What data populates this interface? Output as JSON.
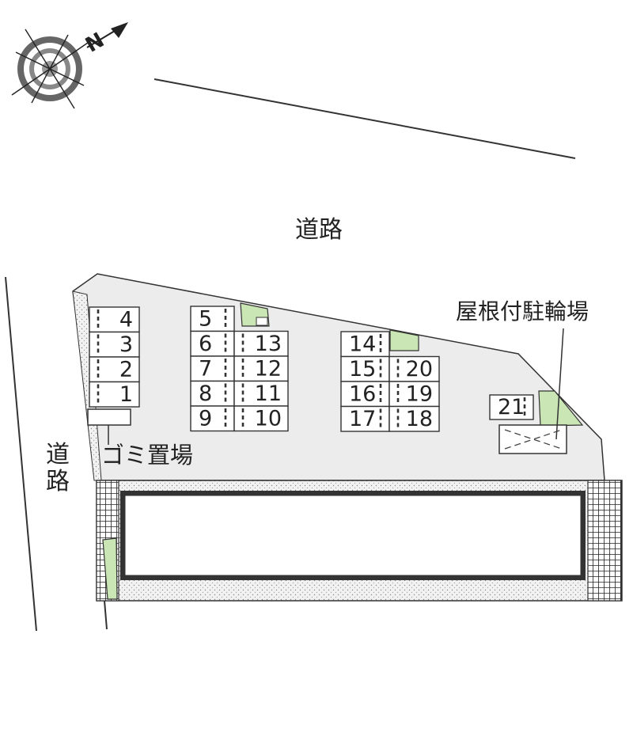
{
  "labels": {
    "road_top": "道路",
    "road_left_1": "道",
    "road_left_2": "路",
    "bike_parking": "屋根付駐輪場",
    "garbage": "ゴミ置場",
    "compass_letter": "N"
  },
  "parking": {
    "col_a": [
      "4",
      "3",
      "2",
      "1"
    ],
    "col_b_left": [
      "5",
      "6",
      "7",
      "8",
      "9"
    ],
    "col_b_right": [
      "13",
      "12",
      "11",
      "10"
    ],
    "col_c_left": [
      "14",
      "15",
      "16",
      "17"
    ],
    "col_c_right": [
      "20",
      "19",
      "18"
    ],
    "single": "21"
  },
  "colors": {
    "lot": "#ececec",
    "green": "#c9e6b4",
    "line": "#333333",
    "building_fill": "#ffffff"
  }
}
